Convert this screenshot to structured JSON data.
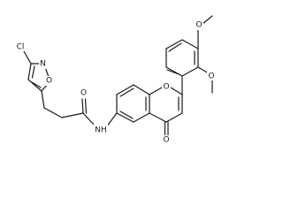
{
  "molecule": {
    "atoms": {
      "cl": "Cl",
      "n_isox": "N",
      "o_isox": "O",
      "o_amide": "O",
      "n_amide": "NH",
      "o_pyran": "O",
      "o_ketone": "O",
      "o_meo_top": "O",
      "o_meo_bottom": "O"
    },
    "colors": {
      "bond": "#1a1a1a",
      "background": "#ffffff"
    }
  }
}
